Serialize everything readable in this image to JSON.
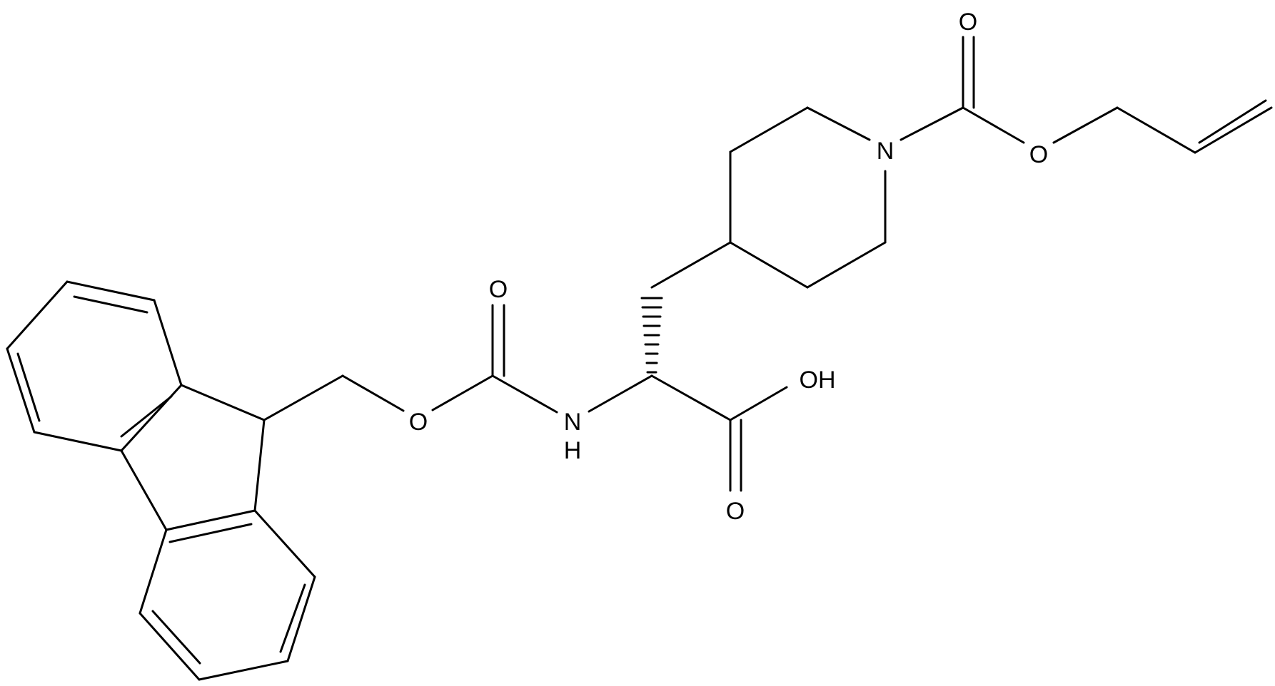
{
  "colors": {
    "background": "#ffffff",
    "ink": "#000000"
  },
  "atoms": {
    "o_carbonyl_top": "O",
    "n_piperidine": "N",
    "o_allyl_ester": "O",
    "oh_acid": "OH",
    "o_carbamate_carbonyl": "O",
    "o_carbamate_ester": "O",
    "n_amide": "N",
    "h_amide": "H",
    "o_acid_carbonyl": "O"
  }
}
